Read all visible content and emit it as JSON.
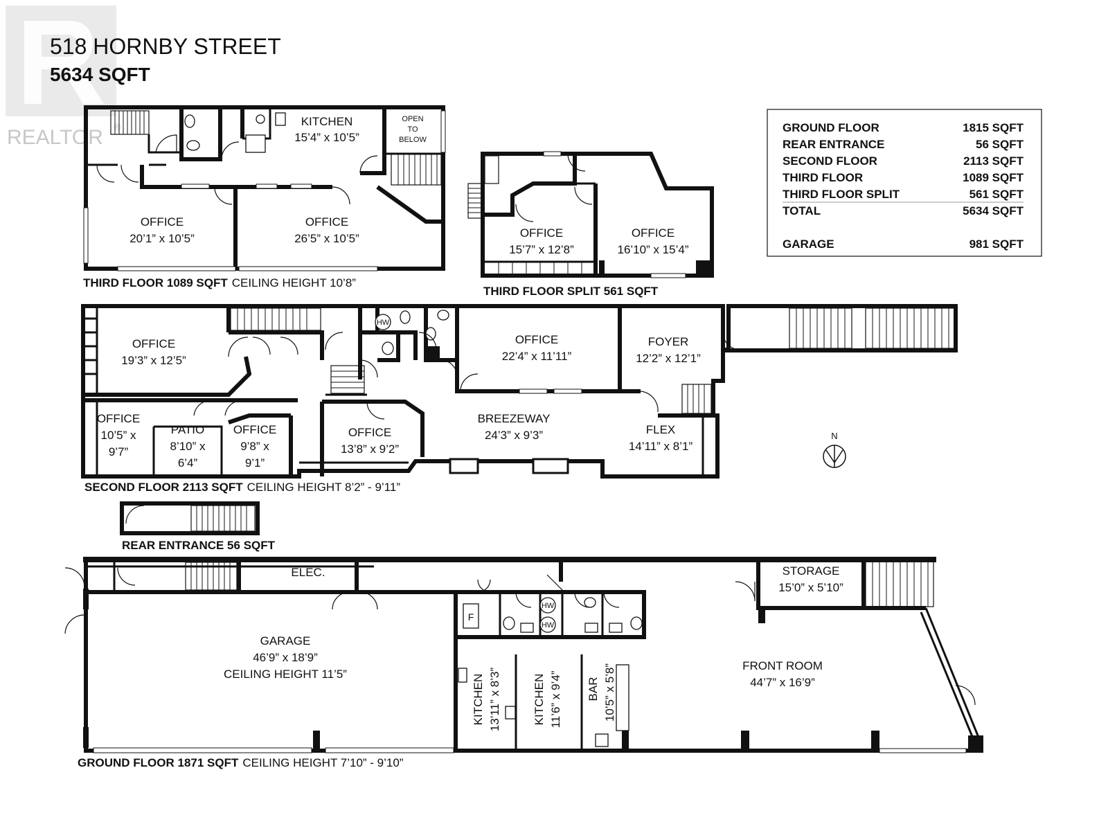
{
  "header": {
    "address": "518 HORNBY STREET",
    "total_sqft": "5634 SQFT"
  },
  "watermark": {
    "brand": "REALTOR",
    "mark": "®"
  },
  "summary_table": {
    "rows": [
      {
        "label": "GROUND FLOOR",
        "value": "1815 SQFT"
      },
      {
        "label": "REAR ENTRANCE",
        "value": "56 SQFT"
      },
      {
        "label": "SECOND FLOOR",
        "value": "2113 SQFT"
      },
      {
        "label": "THIRD FLOOR",
        "value": "1089 SQFT"
      },
      {
        "label": "THIRD FLOOR SPLIT",
        "value": "561 SQFT"
      },
      {
        "label": "TOTAL",
        "value": "5634 SQFT"
      },
      {
        "label": "GARAGE",
        "value": "981 SQFT"
      }
    ]
  },
  "third_floor": {
    "caption_bold": "THIRD FLOOR 1089 SQFT",
    "caption_normal": "CEILING HEIGHT 10’8”",
    "kitchen": {
      "name": "KITCHEN",
      "size": "15’4” x 10’5”"
    },
    "open_to_below": [
      "OPEN",
      "TO",
      "BELOW"
    ],
    "office_1": {
      "name": "OFFICE",
      "size": "20’1” x 10’5”"
    },
    "office_2": {
      "name": "OFFICE",
      "size": "26’5” x 10’5”"
    }
  },
  "third_floor_split": {
    "caption_bold": "THIRD FLOOR SPLIT 561 SQFT",
    "office_1": {
      "name": "OFFICE",
      "size": "15’7” x 12’8”"
    },
    "office_2": {
      "name": "OFFICE",
      "size": "16’10” x 15’4”"
    }
  },
  "second_floor": {
    "caption_bold": "SECOND FLOOR 2113 SQFT",
    "caption_normal": "CEILING HEIGHT 8’2” - 9’11”",
    "office_a": {
      "name": "OFFICE",
      "size": "19’3” x 12’5”"
    },
    "office_b": {
      "name": "OFFICE",
      "size_1": "10’5” x",
      "size_2": "9’7”"
    },
    "patio": {
      "name": "PATIO",
      "size_1": "8’10” x",
      "size_2": "6’4”"
    },
    "office_c": {
      "name": "OFFICE",
      "size_1": "9’8” x",
      "size_2": "9’1”"
    },
    "office_d": {
      "name": "OFFICE",
      "size": "13’8” x 9’2”"
    },
    "office_e": {
      "name": "OFFICE",
      "size": "22’4” x 11’11”"
    },
    "breezeway": {
      "name": "BREEZEWAY",
      "size": "24’3” x 9’3”"
    },
    "foyer": {
      "name": "FOYER",
      "size": "12’2” x 12’1”"
    },
    "flex": {
      "name": "FLEX",
      "size": "14’11” x 8’1”"
    },
    "hw": "HW"
  },
  "compass": {
    "north": "N"
  },
  "rear_entrance": {
    "caption_bold": "REAR ENTRANCE 56 SQFT"
  },
  "ground_floor": {
    "caption_bold": "GROUND FLOOR 1871 SQFT",
    "caption_normal": "CEILING HEIGHT 7’10” - 9’10”",
    "elec": "ELEC.",
    "storage": {
      "name": "STORAGE",
      "size": "15’0” x 5’10”"
    },
    "garage": {
      "name": "GARAGE",
      "size": "46’9” x 18’9”",
      "ceiling": "CEILING HEIGHT 11’5”"
    },
    "front_room": {
      "name": "FRONT ROOM",
      "size": "44’7” x 16’9”"
    },
    "kitchen_1": "KITCHEN\n13’11” x 8’3”",
    "kitchen_1_name": "KITCHEN",
    "kitchen_1_size": "13’11” x 8’3”",
    "kitchen_2_name": "KITCHEN",
    "kitchen_2_size": "11’6” x 9’4”",
    "bar_name": "BAR",
    "bar_size": "10’5” x 5’8”",
    "fridge": "F",
    "hw": "HW"
  }
}
